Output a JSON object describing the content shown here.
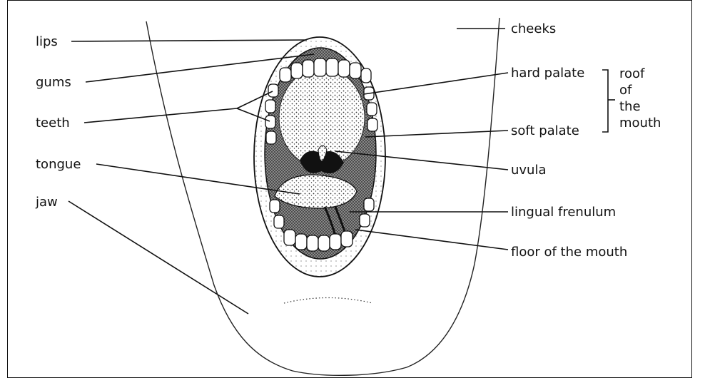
{
  "diagram": {
    "labels": {
      "lips": "lips",
      "gums": "gums",
      "teeth": "teeth",
      "tongue": "tongue",
      "jaw": "jaw",
      "cheeks": "cheeks",
      "hard_palate": "hard palate",
      "soft_palate": "soft palate",
      "uvula": "uvula",
      "lingual_frenulum": "lingual frenulum",
      "floor_of_the_mouth": "floor of the mouth"
    },
    "roof_bracket": {
      "line1": "roof",
      "line2": "of",
      "line3": "the",
      "line4": "mouth"
    }
  },
  "colors": {
    "ink": "#111111",
    "background": "#ffffff",
    "mouth_shade": "#555555"
  }
}
